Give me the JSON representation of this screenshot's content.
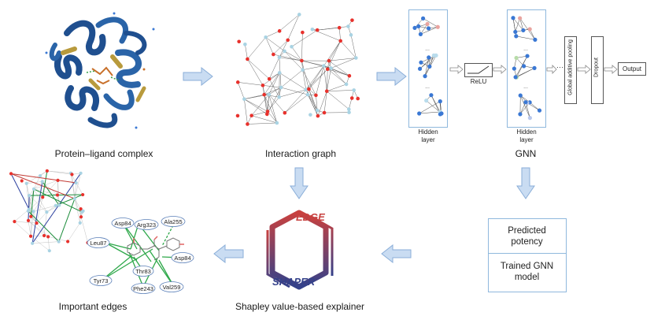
{
  "captions": {
    "complex": "Protein–ligand complex",
    "graph": "Interaction graph",
    "gnn": "GNN",
    "important": "Important edges",
    "explainer": "Shapley value-based explainer"
  },
  "gnn": {
    "hidden1": [
      "Hidden",
      "layer"
    ],
    "hidden2": [
      "Hidden",
      "layer"
    ],
    "relu": "ReLU",
    "dots": "···",
    "pooling": "Global additive pooling",
    "dropout": "Dropout",
    "output": "Output"
  },
  "results": {
    "predicted": [
      "Predicted",
      "potency"
    ],
    "trained": [
      "Trained GNN",
      "model"
    ]
  },
  "logo": {
    "top": "EDGE",
    "bottom": "SHAPER"
  },
  "residues": [
    "Asp84",
    "Arg323",
    "Ala255",
    "Leu87",
    "Asp84",
    "Thr83",
    "Tyr73",
    "Phe243",
    "Val259"
  ],
  "colors": {
    "node_red": "#e8312c",
    "node_light": "#a9d3e3",
    "node_blue": "#3a78d4",
    "arrow_fill": "#c9dcf2",
    "arrow_stroke": "#8aaed8",
    "logo_red": "#c8413f",
    "logo_blue": "#34418a"
  }
}
